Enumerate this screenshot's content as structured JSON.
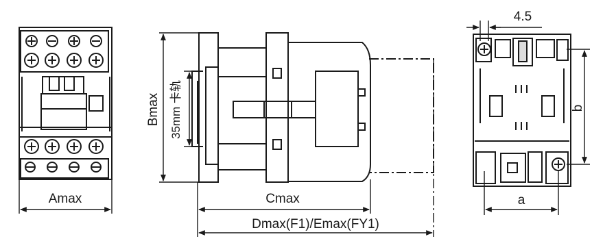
{
  "labels": {
    "a_max": "Amax",
    "b_max": "Bmax",
    "rail": "35mm 卡轨",
    "c_max": "Cmax",
    "d_e_max": "Dmax(F1)/Emax(FY1)",
    "dim_4_5": "4.5",
    "dim_a": "a",
    "dim_b": "b"
  },
  "colors": {
    "line": "#1a1a1a",
    "background": "#ffffff"
  }
}
